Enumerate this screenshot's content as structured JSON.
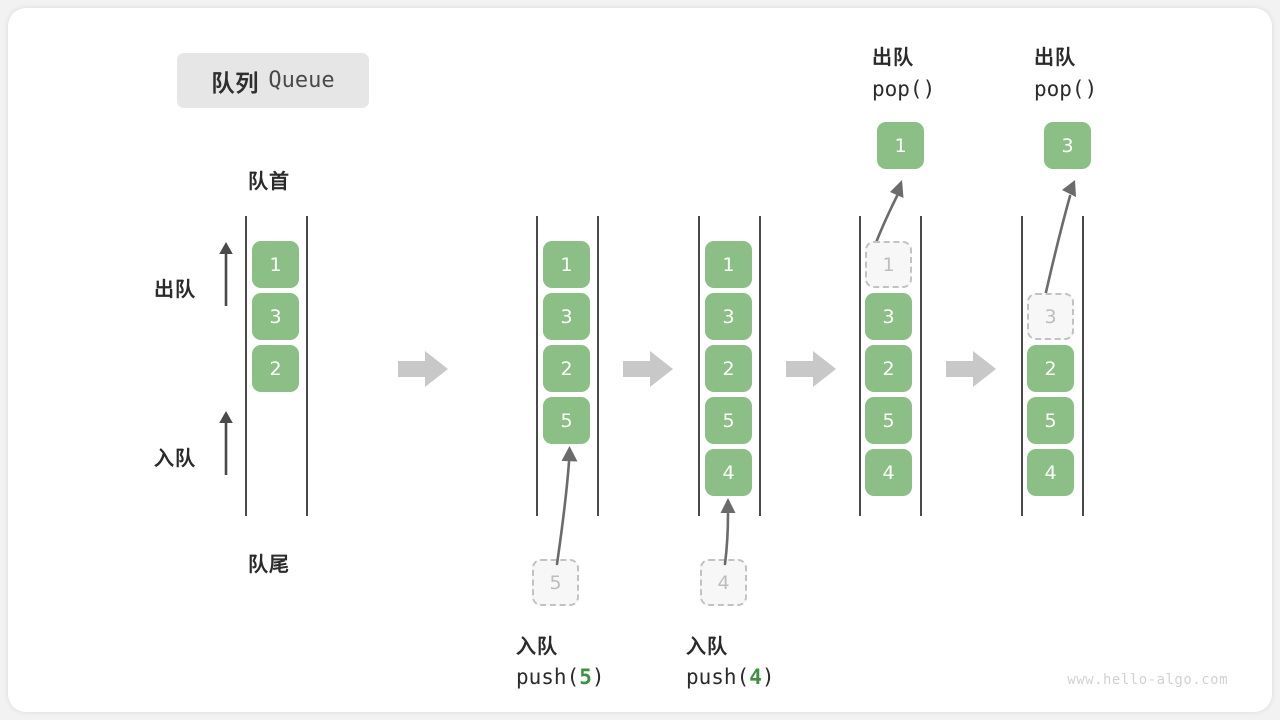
{
  "title": {
    "cn": "队列",
    "en": "Queue"
  },
  "axis_labels": {
    "head": "队首",
    "tail": "队尾",
    "dequeue": "出队",
    "enqueue": "入队"
  },
  "colors": {
    "cell_fill": "#8cbf86",
    "cell_text": "#ffffff",
    "ghost_fill": "#f7f7f7",
    "ghost_border": "#c2c2c2",
    "ghost_text": "#bdbdbd",
    "rail": "#4a4a4a",
    "step_arrow": "#c8c8c8",
    "chip_bg": "#e6e6e6",
    "accent_green": "#3f9142",
    "text": "#2b2b2b",
    "watermark": "#d2d2d2"
  },
  "icons": {
    "step_arrow": "right-arrow-icon",
    "dequeue_arrow": "up-arrow-icon",
    "enqueue_arrow": "up-arrow-icon",
    "push_motion": "curved-up-arrow-icon",
    "pop_motion": "curved-up-arrow-icon"
  },
  "steps": [
    {
      "id": "initial",
      "cells": [
        "1",
        "3",
        "2"
      ],
      "ghost": null,
      "caption_cn": "",
      "caption_code": "",
      "top_caption_cn": "",
      "top_caption_code": "",
      "output": null,
      "incoming": null
    },
    {
      "id": "push-5",
      "cells": [
        "1",
        "3",
        "2",
        "5"
      ],
      "ghost": null,
      "caption_cn": "入队",
      "caption_code": "push(5)",
      "caption_arg": "5",
      "top_caption_cn": "",
      "top_caption_code": "",
      "output": null,
      "incoming": "5"
    },
    {
      "id": "push-4",
      "cells": [
        "1",
        "3",
        "2",
        "5",
        "4"
      ],
      "ghost": null,
      "caption_cn": "入队",
      "caption_code": "push(4)",
      "caption_arg": "4",
      "top_caption_cn": "",
      "top_caption_code": "",
      "output": null,
      "incoming": "4"
    },
    {
      "id": "pop-1",
      "cells": [
        "1",
        "3",
        "2",
        "5",
        "4"
      ],
      "ghost_index": 0,
      "ghost": "1",
      "caption_cn": "",
      "caption_code": "",
      "top_caption_cn": "出队",
      "top_caption_code": "pop()",
      "output": "1",
      "incoming": null
    },
    {
      "id": "pop-3",
      "cells": [
        "3",
        "2",
        "5",
        "4"
      ],
      "ghost_index": 0,
      "ghost": "3",
      "caption_cn": "",
      "caption_code": "",
      "top_caption_cn": "出队",
      "top_caption_code": "pop()",
      "output": "3",
      "incoming": null
    }
  ],
  "watermark": "www.hello-algo.com"
}
